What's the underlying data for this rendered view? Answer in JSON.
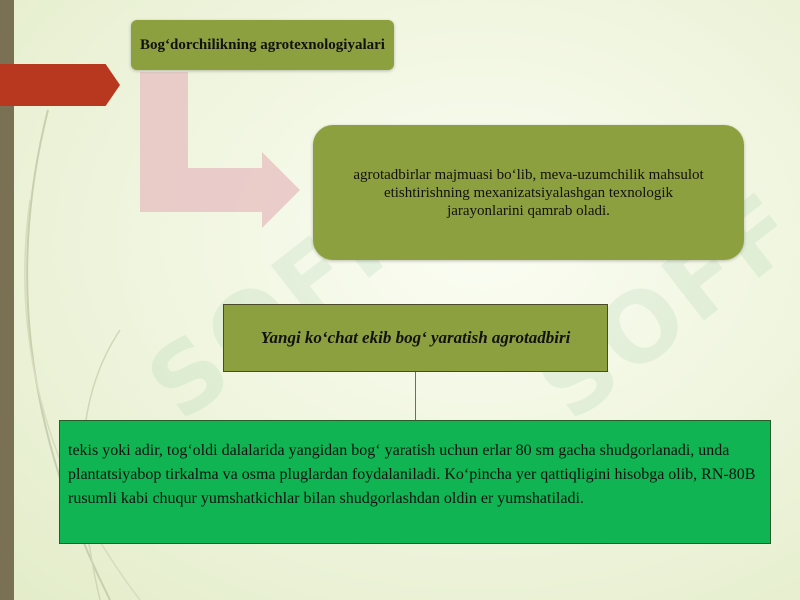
{
  "diagram": {
    "title": "Bog‘dorchilikning agrotexnologiyalari",
    "description": "agrotadbirlar majmuasi bo‘lib, meva-uzumchilik mahsulot etishtirishning mexanizatsiyalashgan texnologik jarayonlarini qamrab oladi.",
    "subtitle": "Yangi ko‘chat ekib bog‘ yaratish agrotadbiri",
    "info": "tekis yoki adir, tog‘oldi dalalarida yangidan bog‘ yaratish uchun erlar 80 sm gacha shudgorlanadi, unda plantatsiyabop tirkalma va osma pluglardan foydalaniladi. Ko‘pincha yer qattiqligini hisobga olib, RN-80B rusumli kabi chuqur yumshatkichlar bilan shudgorlashdan oldin er yumshatiladi."
  },
  "watermark": {
    "text": "SOFF"
  },
  "colors": {
    "box_olive": "#8da03f",
    "box_green": "#10b452",
    "accent_red": "#b8371f",
    "left_bar": "#7a7155",
    "arrow_pink": "#e8c4c4"
  }
}
